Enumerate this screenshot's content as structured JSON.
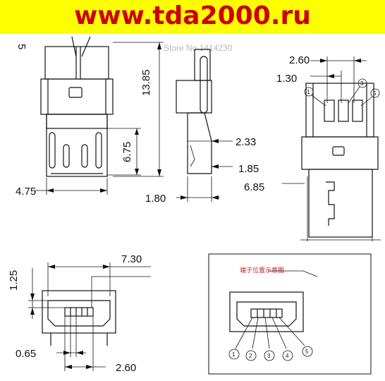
{
  "banner": {
    "text": "www.tda2000.ru",
    "bg_color": "#ffff00",
    "text_color": "#cc0000"
  },
  "watermark": "Store No.1414230",
  "side_label": "5",
  "dimensions": {
    "d_13_85": "13.85",
    "d_6_75": "6.75",
    "d_4_75": "4.75",
    "d_2_33": "2.33",
    "d_1_85": "1.85",
    "d_1_80": "1.80",
    "d_6_85": "6.85",
    "d_2_60_top": "2.60",
    "d_1_30": "1.30",
    "d_7_30": "7.30",
    "d_1_25": "1.25",
    "d_0_65": "0.65",
    "d_2_60_bottom": "2.60"
  },
  "note_text": "端子位置示意图",
  "pins_top": [
    "1",
    "3",
    "5"
  ],
  "pins_bottom": [
    "1",
    "2",
    "3",
    "4",
    "5"
  ]
}
